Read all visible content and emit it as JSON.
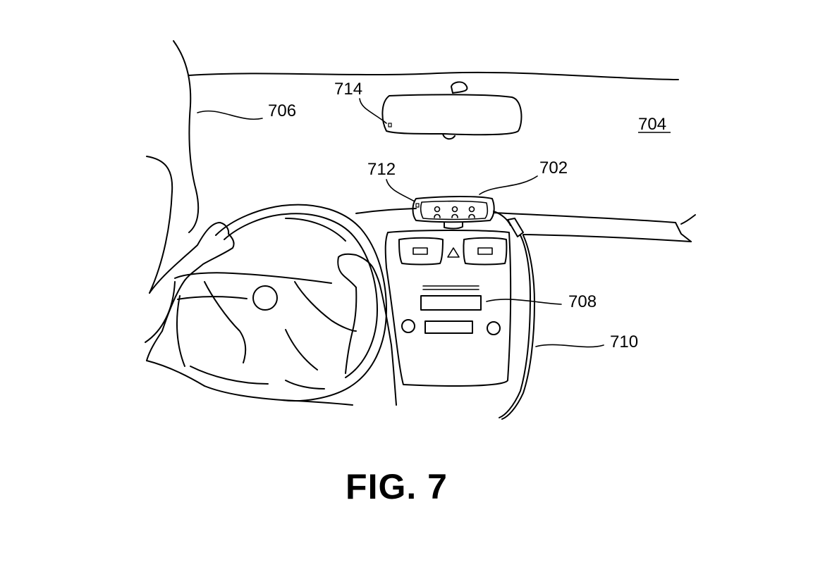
{
  "labels": {
    "ref_702": "702",
    "ref_704": "704",
    "ref_706": "706",
    "ref_708": "708",
    "ref_710": "710",
    "ref_712": "712",
    "ref_714": "714"
  },
  "caption": "FIG. 7"
}
